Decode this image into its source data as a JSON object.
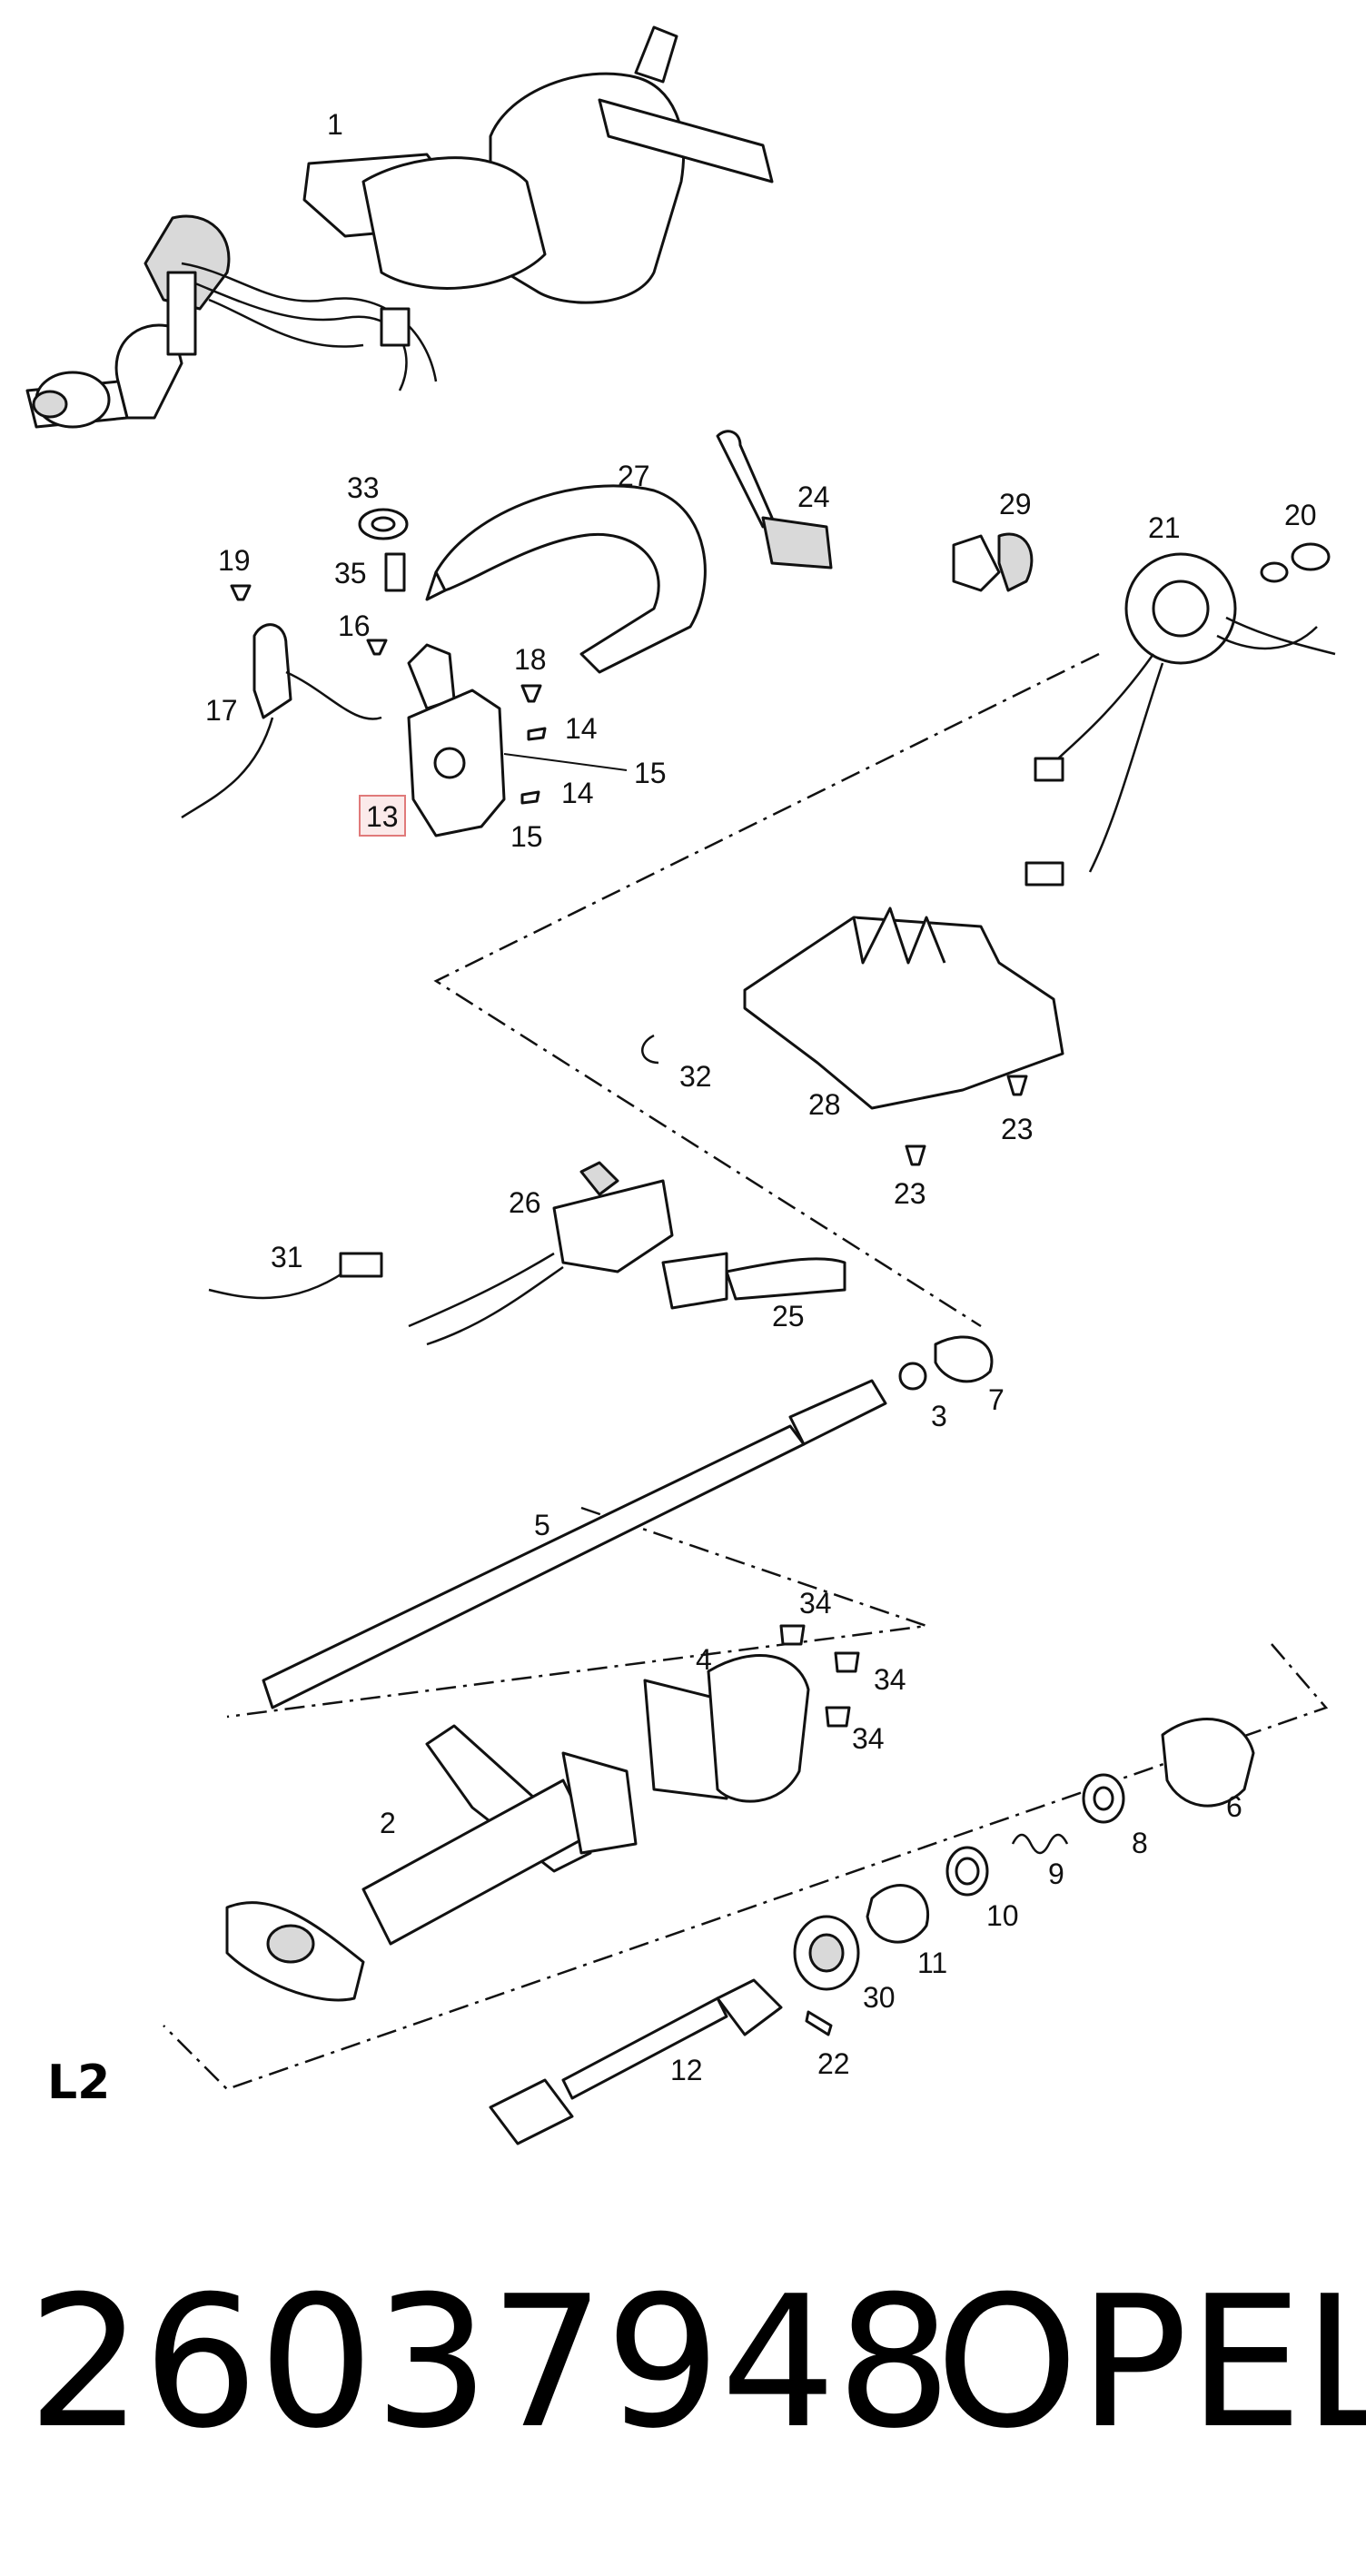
{
  "diagram": {
    "callouts": [
      "1",
      "33",
      "27",
      "24",
      "29",
      "21",
      "20",
      "19",
      "35",
      "16",
      "18",
      "14",
      "15",
      "17",
      "13",
      "14",
      "15",
      "32",
      "28",
      "23",
      "23",
      "31",
      "26",
      "25",
      "3",
      "7",
      "5",
      "34",
      "4",
      "34",
      "34",
      "2",
      "6",
      "8",
      "9",
      "10",
      "11",
      "30",
      "22",
      "12"
    ],
    "highlighted_callout": "13",
    "section_label": "L2",
    "part_number": "26037948",
    "brand": "OPEL",
    "highlight_color": "#e07a7a"
  }
}
